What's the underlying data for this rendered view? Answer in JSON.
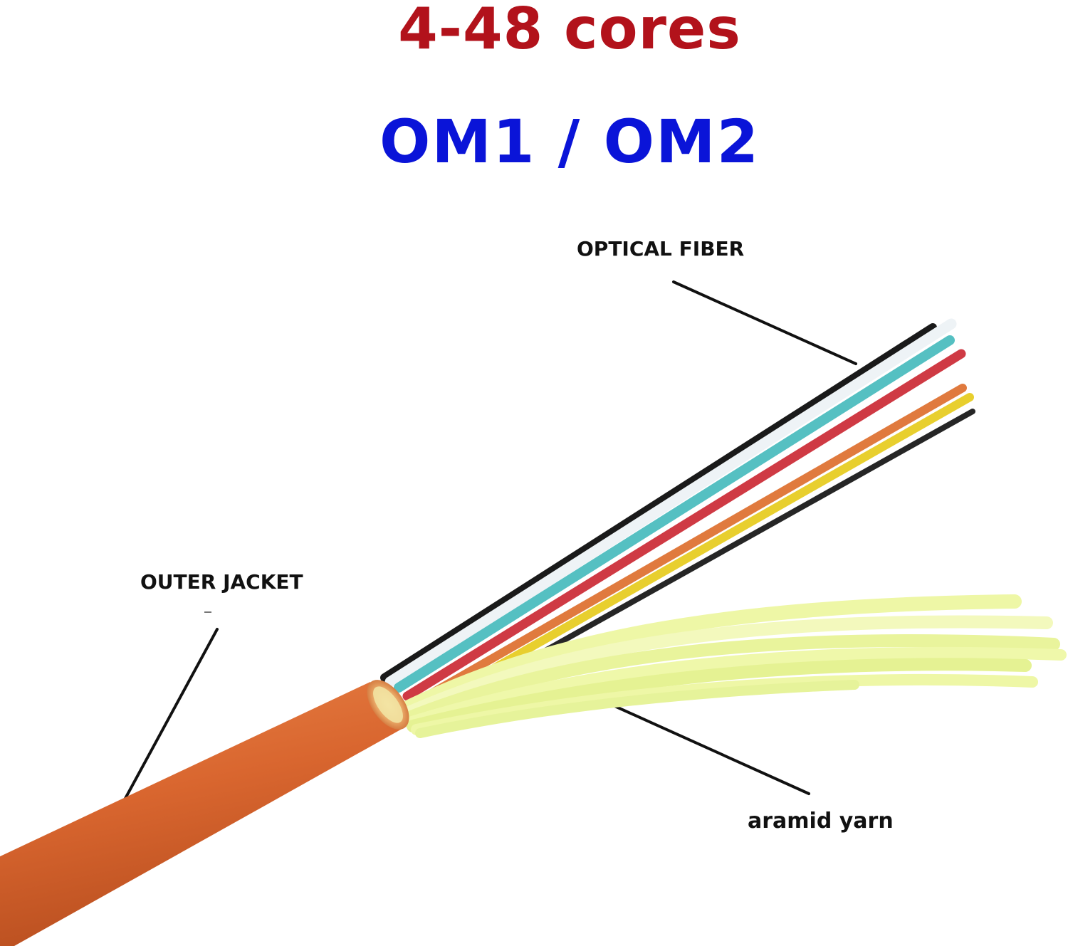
{
  "headline": {
    "cores": "4-48 cores",
    "grade": "OM1 / OM2"
  },
  "labels": {
    "optical_fiber": "OPTICAL FIBER",
    "outer_jacket": "OUTER JACKET",
    "aramid_yarn": "aramid yarn"
  },
  "colors": {
    "cores_text": "#b2121b",
    "grade_text": "#0a14d8",
    "jacket": "#d9662f",
    "aramid_yarn": "#eef7a6",
    "fiber_black": "#1a1a1a",
    "fiber_white": "#eef3f6",
    "fiber_aqua": "#55c0c2",
    "fiber_red": "#cf3a44",
    "fiber_orange": "#e07a3e",
    "fiber_yellow": "#e8cf2e",
    "fiber_dark": "#262626"
  }
}
